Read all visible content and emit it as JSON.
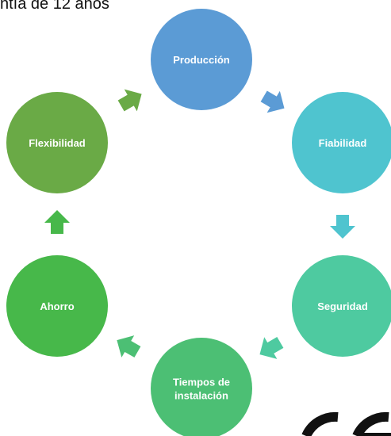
{
  "caption": "ntía de 12 años",
  "colors": {
    "produccion": "#5b9bd5",
    "fiabilidad": "#4fc4cf",
    "seguridad": "#4ecaa0",
    "tiempos": "#4cbf74",
    "ahorro": "#47b84a",
    "flexibilidad": "#6aaa46"
  },
  "nodes": [
    {
      "id": "produccion",
      "label_lines": [
        "Producción"
      ],
      "color": "#5b9bd5"
    },
    {
      "id": "fiabilidad",
      "label_lines": [
        "Fiabilidad"
      ],
      "color": "#4fc4cf"
    },
    {
      "id": "seguridad",
      "label_lines": [
        "Seguridad"
      ],
      "color": "#4ecaa0"
    },
    {
      "id": "tiempos",
      "label_lines": [
        "Tiempos de",
        "instalación"
      ],
      "color": "#4cbf74"
    },
    {
      "id": "ahorro",
      "label_lines": [
        "Ahorro"
      ],
      "color": "#47b84a"
    },
    {
      "id": "flexibilidad",
      "label_lines": [
        "Flexibilidad"
      ],
      "color": "#6aaa46"
    }
  ],
  "arrows": [
    {
      "from": "produccion",
      "to": "fiabilidad",
      "color": "#5b9bd5",
      "icon": "arrow-icon"
    },
    {
      "from": "fiabilidad",
      "to": "seguridad",
      "color": "#4fc4cf",
      "icon": "arrow-icon"
    },
    {
      "from": "seguridad",
      "to": "tiempos",
      "color": "#4ecaa0",
      "icon": "arrow-icon"
    },
    {
      "from": "tiempos",
      "to": "ahorro",
      "color": "#4cbf74",
      "icon": "arrow-icon"
    },
    {
      "from": "ahorro",
      "to": "flexibilidad",
      "color": "#47b84a",
      "icon": "arrow-icon"
    },
    {
      "from": "flexibilidad",
      "to": "produccion",
      "color": "#6aaa46",
      "icon": "arrow-icon"
    }
  ],
  "logo": {
    "icon": "ce-mark-icon",
    "text": "CE",
    "color": "#111111"
  }
}
